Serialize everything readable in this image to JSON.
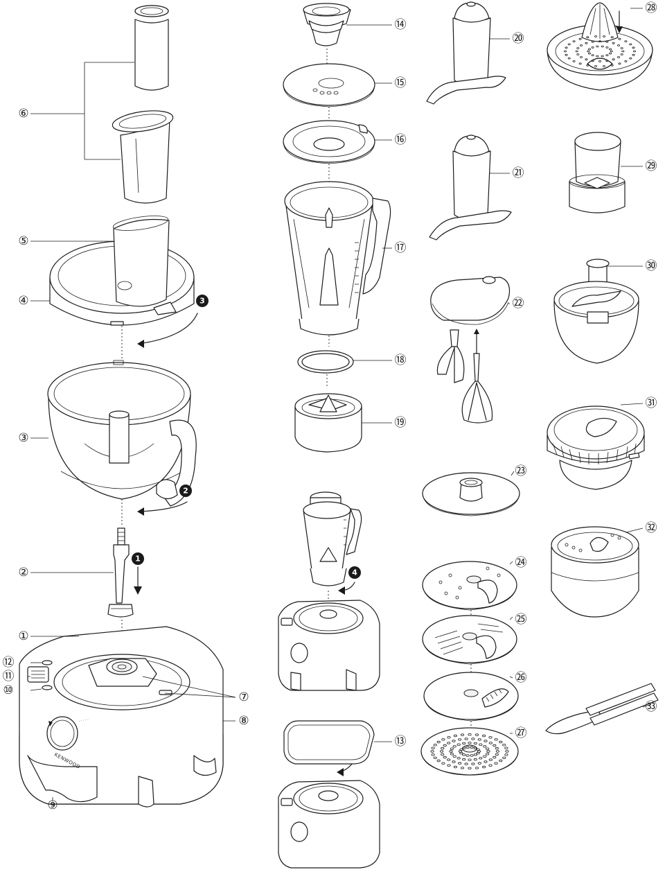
{
  "brand_text": "KENWOOD",
  "part_labels": [
    {
      "id": "1",
      "text": "①"
    },
    {
      "id": "2",
      "text": "②"
    },
    {
      "id": "3",
      "text": "③"
    },
    {
      "id": "4",
      "text": "④"
    },
    {
      "id": "5",
      "text": "⑤"
    },
    {
      "id": "6",
      "text": "⑥"
    },
    {
      "id": "7",
      "text": "⑦"
    },
    {
      "id": "8",
      "text": "⑧"
    },
    {
      "id": "9",
      "text": "⑨"
    },
    {
      "id": "10",
      "text": "⑩"
    },
    {
      "id": "11",
      "text": "⑪"
    },
    {
      "id": "12",
      "text": "⑫"
    },
    {
      "id": "13",
      "text": "⑬"
    },
    {
      "id": "14",
      "text": "⑭"
    },
    {
      "id": "15",
      "text": "⑮"
    },
    {
      "id": "16",
      "text": "⑯"
    },
    {
      "id": "17",
      "text": "⑰"
    },
    {
      "id": "18",
      "text": "⑱"
    },
    {
      "id": "19",
      "text": "⑲"
    },
    {
      "id": "20",
      "text": "⑳"
    },
    {
      "id": "21",
      "text": "㉑"
    },
    {
      "id": "22",
      "text": "㉒"
    },
    {
      "id": "23",
      "text": "㉓"
    },
    {
      "id": "24",
      "text": "㉔"
    },
    {
      "id": "25",
      "text": "㉕"
    },
    {
      "id": "26",
      "text": "㉖"
    },
    {
      "id": "27",
      "text": "㉗"
    },
    {
      "id": "28",
      "text": "㉘"
    },
    {
      "id": "29",
      "text": "㉙"
    },
    {
      "id": "30",
      "text": "㉚"
    },
    {
      "id": "31",
      "text": "㉛"
    },
    {
      "id": "32",
      "text": "㉜"
    },
    {
      "id": "33",
      "text": "㉝"
    }
  ],
  "step_labels": [
    {
      "id": "s1",
      "text": "1"
    },
    {
      "id": "s2",
      "text": "2"
    },
    {
      "id": "s3",
      "text": "3"
    },
    {
      "id": "s4",
      "text": "4"
    }
  ]
}
